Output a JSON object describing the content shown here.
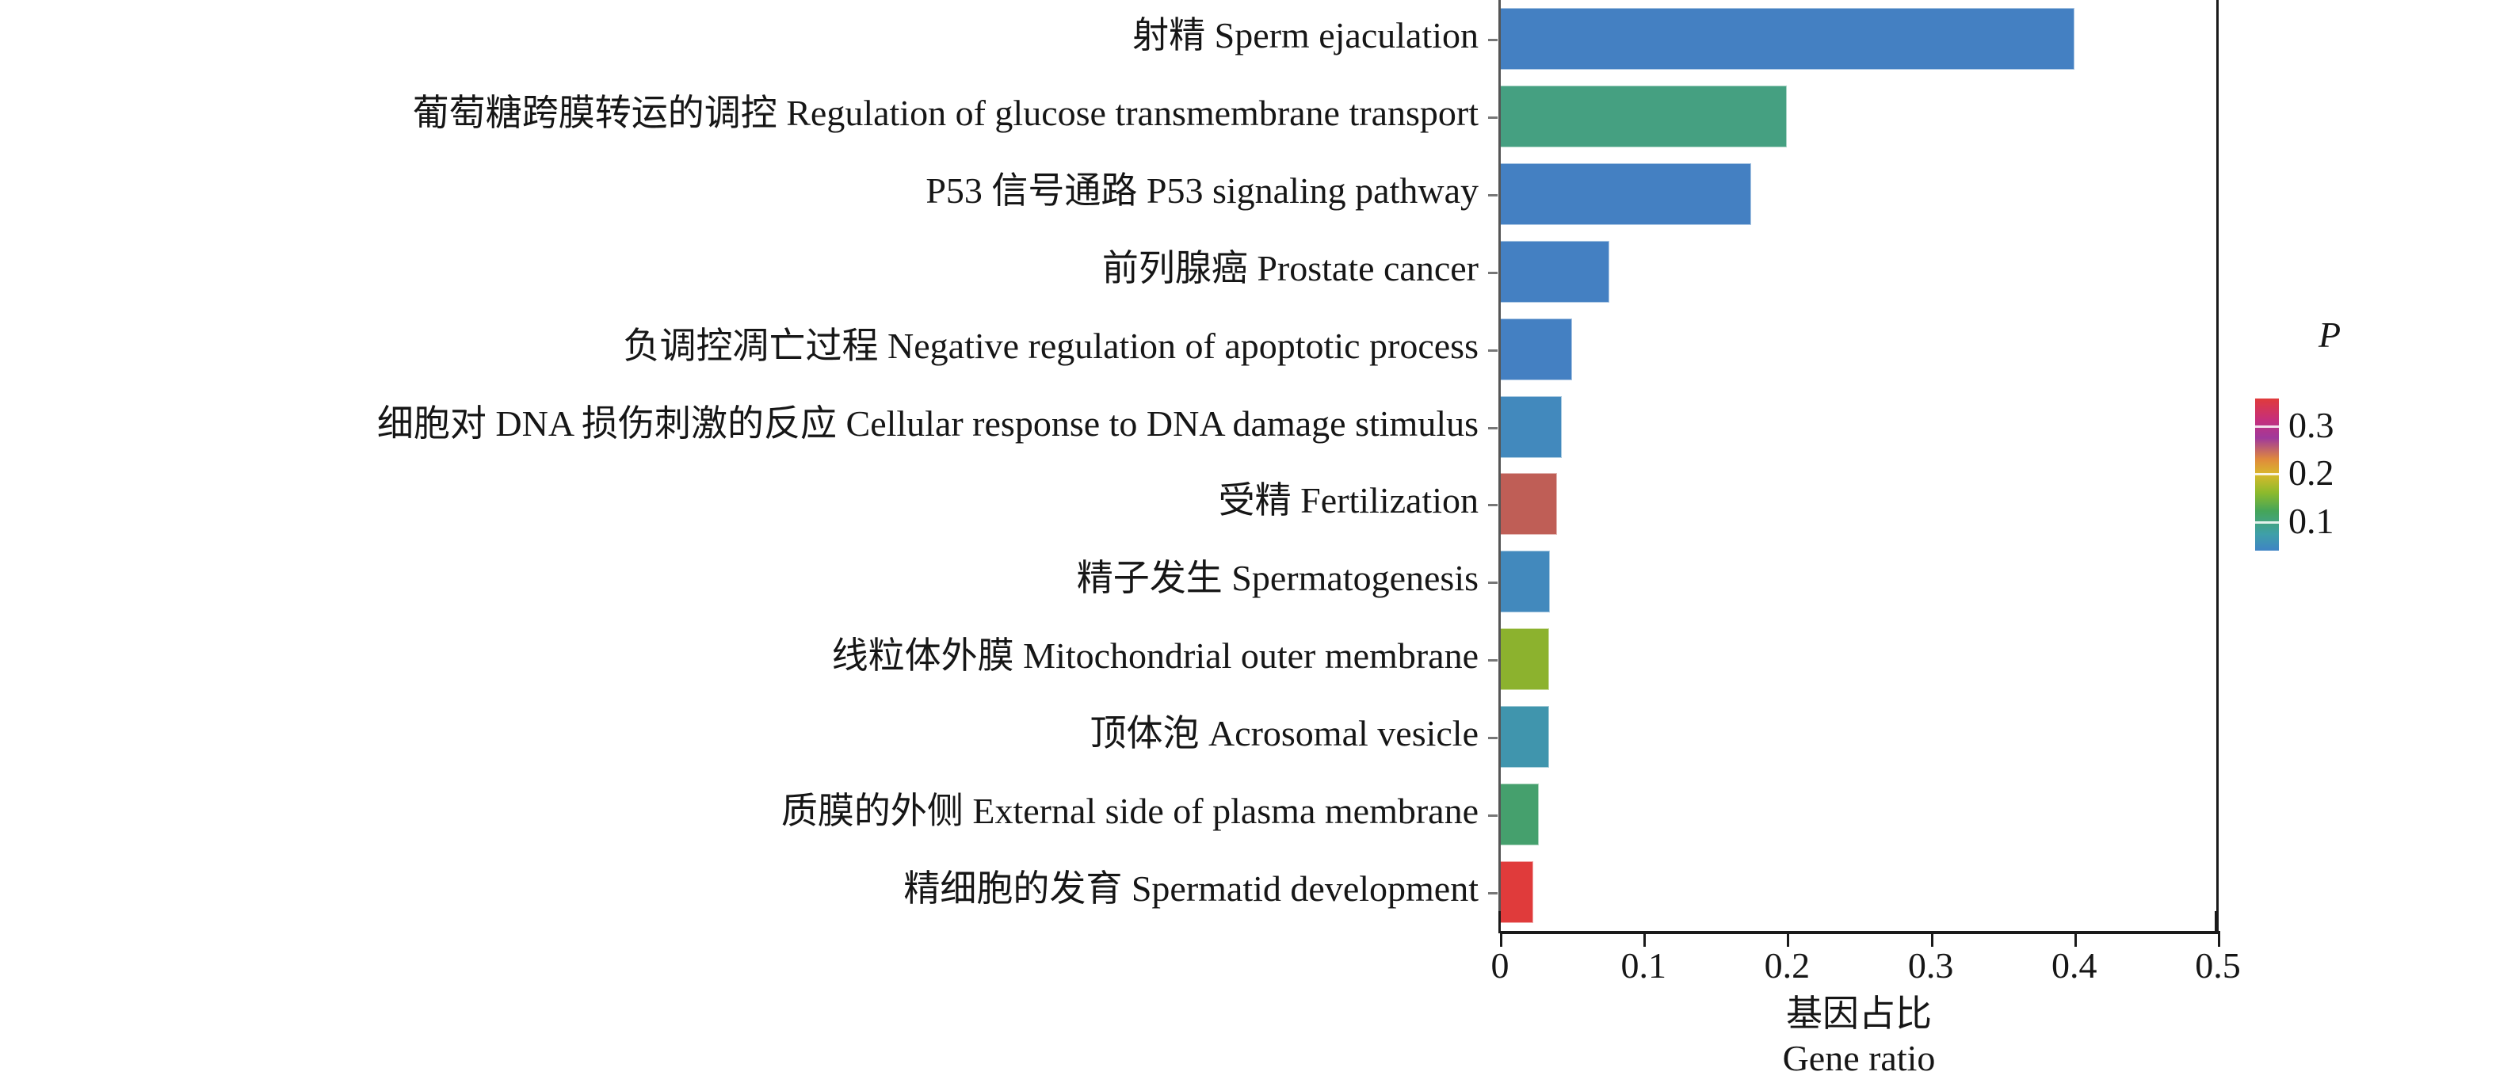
{
  "chart_data": {
    "type": "bar",
    "orientation": "horizontal",
    "title": "",
    "xlabel_cn": "基因占比",
    "xlabel_en": "Gene ratio",
    "ylabel": "",
    "xlim": [
      0,
      0.5
    ],
    "xticks": [
      "0",
      "0.1",
      "0.2",
      "0.3",
      "0.4",
      "0.5"
    ],
    "xtick_values": [
      0,
      0.1,
      0.2,
      0.3,
      0.4,
      0.5
    ],
    "grid": false,
    "legend_position": "right",
    "categories": [
      "射精 Sperm ejaculation",
      "葡萄糖跨膜转运的调控 Regulation of glucose transmembrane transport",
      "P53 信号通路 P53 signaling pathway",
      "前列腺癌 Prostate cancer",
      "负调控凋亡过程 Negative regulation of apoptotic process",
      "细胞对 DNA 损伤刺激的反应 Cellular response to DNA damage stimulus",
      "受精 Fertilization",
      "精子发生 Spermatogenesis",
      "线粒体外膜 Mitochondrial outer membrane",
      "顶体泡 Acrosomal vesicle",
      "质膜的外侧 External side of plasma membrane",
      "精细胞的发育 Spermatid development"
    ],
    "values": [
      0.4,
      0.2,
      0.175,
      0.076,
      0.05,
      0.043,
      0.04,
      0.035,
      0.034,
      0.034,
      0.027,
      0.023
    ],
    "bar_colors": [
      "#4480c2",
      "#45a081",
      "#4480c2",
      "#4480c2",
      "#4480c2",
      "#4289bd",
      "#bf5e56",
      "#4289bd",
      "#8cb22e",
      "#4095ad",
      "#45a06d",
      "#e03b3b"
    ],
    "colorbar": {
      "title": "P",
      "ticks": [
        "0.3",
        "0.2",
        "0.1"
      ],
      "tick_values": [
        0.3,
        0.2,
        0.1
      ],
      "low_color": "#3f84c4",
      "high_color": "#e03b3b"
    }
  }
}
